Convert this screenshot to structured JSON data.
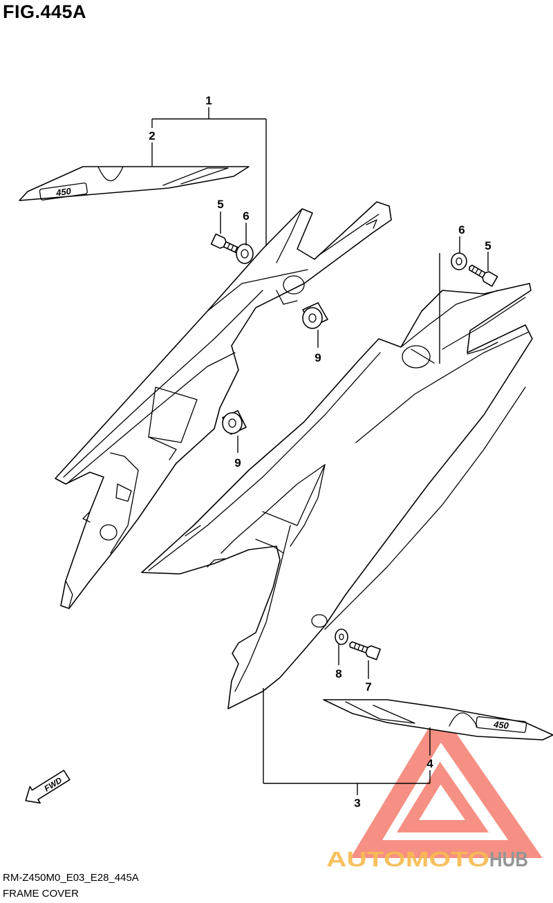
{
  "title": "FIG.445A",
  "callouts": {
    "c1": "1",
    "c2": "2",
    "c3": "3",
    "c4": "4",
    "c5a": "5",
    "c5b": "5",
    "c6a": "6",
    "c6b": "6",
    "c7": "7",
    "c8": "8",
    "c9a": "9",
    "c9b": "9"
  },
  "decal_text": "450",
  "fwd_label": "FWD",
  "watermark": {
    "part1": "AUTOMOTO",
    "part2": "HUB",
    "color_primary": "#f36f60",
    "color_secondary": "#f6b43c",
    "color_dark": "#8a8a8a"
  },
  "footer": {
    "code": "RM-Z450M0_E03_E28_445A",
    "name": "FRAME COVER"
  }
}
